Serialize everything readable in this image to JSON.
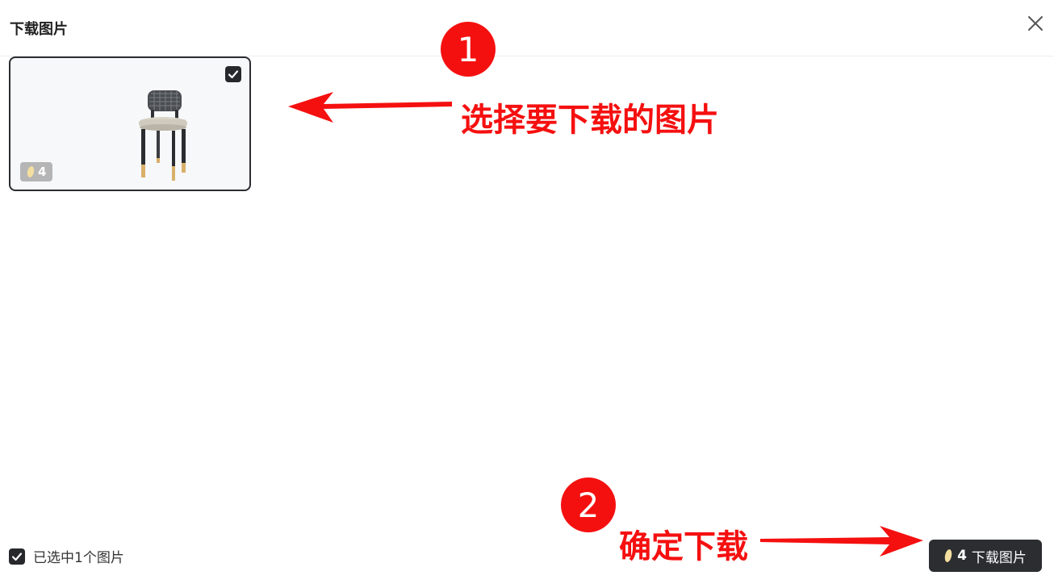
{
  "header": {
    "title": "下载图片"
  },
  "gallery": {
    "items": [
      {
        "credits": "4",
        "selected": true
      }
    ]
  },
  "footer": {
    "selection_label": "已选中1个图片",
    "download_count": "4",
    "download_label": "下载图片"
  },
  "annotations": {
    "step1_number": "1",
    "step1_text": "选择要下载的图片",
    "step2_number": "2",
    "step2_text": "确定下载"
  },
  "colors": {
    "accent_dark": "#2b2d31",
    "annotation_red": "#f51010",
    "credit_icon": "#f3dfa0"
  }
}
